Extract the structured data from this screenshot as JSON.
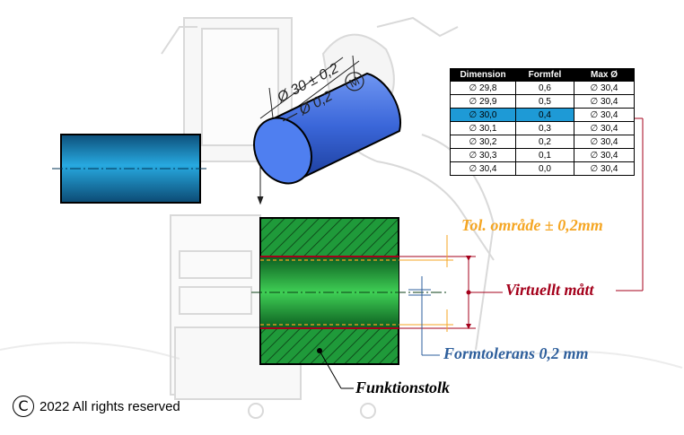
{
  "drawing_callout": {
    "dimension": "Ø 30 ± 0,2",
    "form_tolerance_symbol": "—",
    "form_tolerance": "Ø 0,2",
    "modifier": "M"
  },
  "table": {
    "headers": [
      "Dimension",
      "Formfel",
      "Max Ø"
    ],
    "rows": [
      [
        "∅ 29,8",
        "0,6",
        "∅ 30,4"
      ],
      [
        "∅ 29,9",
        "0,5",
        "∅ 30,4"
      ],
      [
        "∅ 30,0",
        "0,4",
        "∅ 30,4"
      ],
      [
        "∅ 30,1",
        "0,3",
        "∅ 30,4"
      ],
      [
        "∅ 30,2",
        "0,2",
        "∅ 30,4"
      ],
      [
        "∅ 30,3",
        "0,1",
        "∅ 30,4"
      ],
      [
        "∅ 30,4",
        "0,0",
        "∅ 30,4"
      ]
    ],
    "highlighted_row_index": 2
  },
  "labels": {
    "tol_area": "Tol. område ± 0,2mm",
    "virtual_size": "Virtuellt mått",
    "form_tolerance": "Formtolerans 0,2 mm",
    "function_gauge": "Funktionstolk"
  },
  "copyright": {
    "symbol": "C",
    "text": "2022 All rights reserved"
  },
  "colors": {
    "tol_label": "#f5a623",
    "virtual_label": "#a4001b",
    "formtol_label": "#2e5f9c",
    "cylinder_blue": "#3f6fe0",
    "shaft_blue": "#1a90c8",
    "gauge_green": "#1f9a3a"
  }
}
